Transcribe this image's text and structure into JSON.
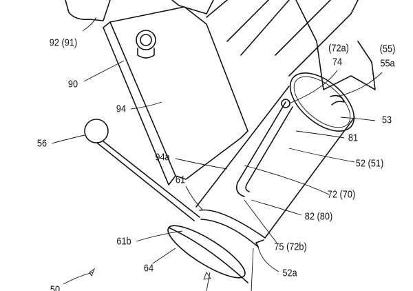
{
  "figure": {
    "labels": {
      "l92": "92 (91)",
      "l90": "90",
      "l94": "94",
      "l56": "56",
      "l94a": "94a",
      "l61": "61",
      "l61b": "61b",
      "l64": "64",
      "l50": "50",
      "l72a": "(72a)",
      "l74": "74",
      "l55": "(55)",
      "l55a": "55a",
      "l53": "53",
      "l81": "81",
      "l52": "52 (51)",
      "l72": "72 (70)",
      "l82": "82 (80)",
      "l75": "75 (72b)",
      "l52a": "52a"
    }
  }
}
